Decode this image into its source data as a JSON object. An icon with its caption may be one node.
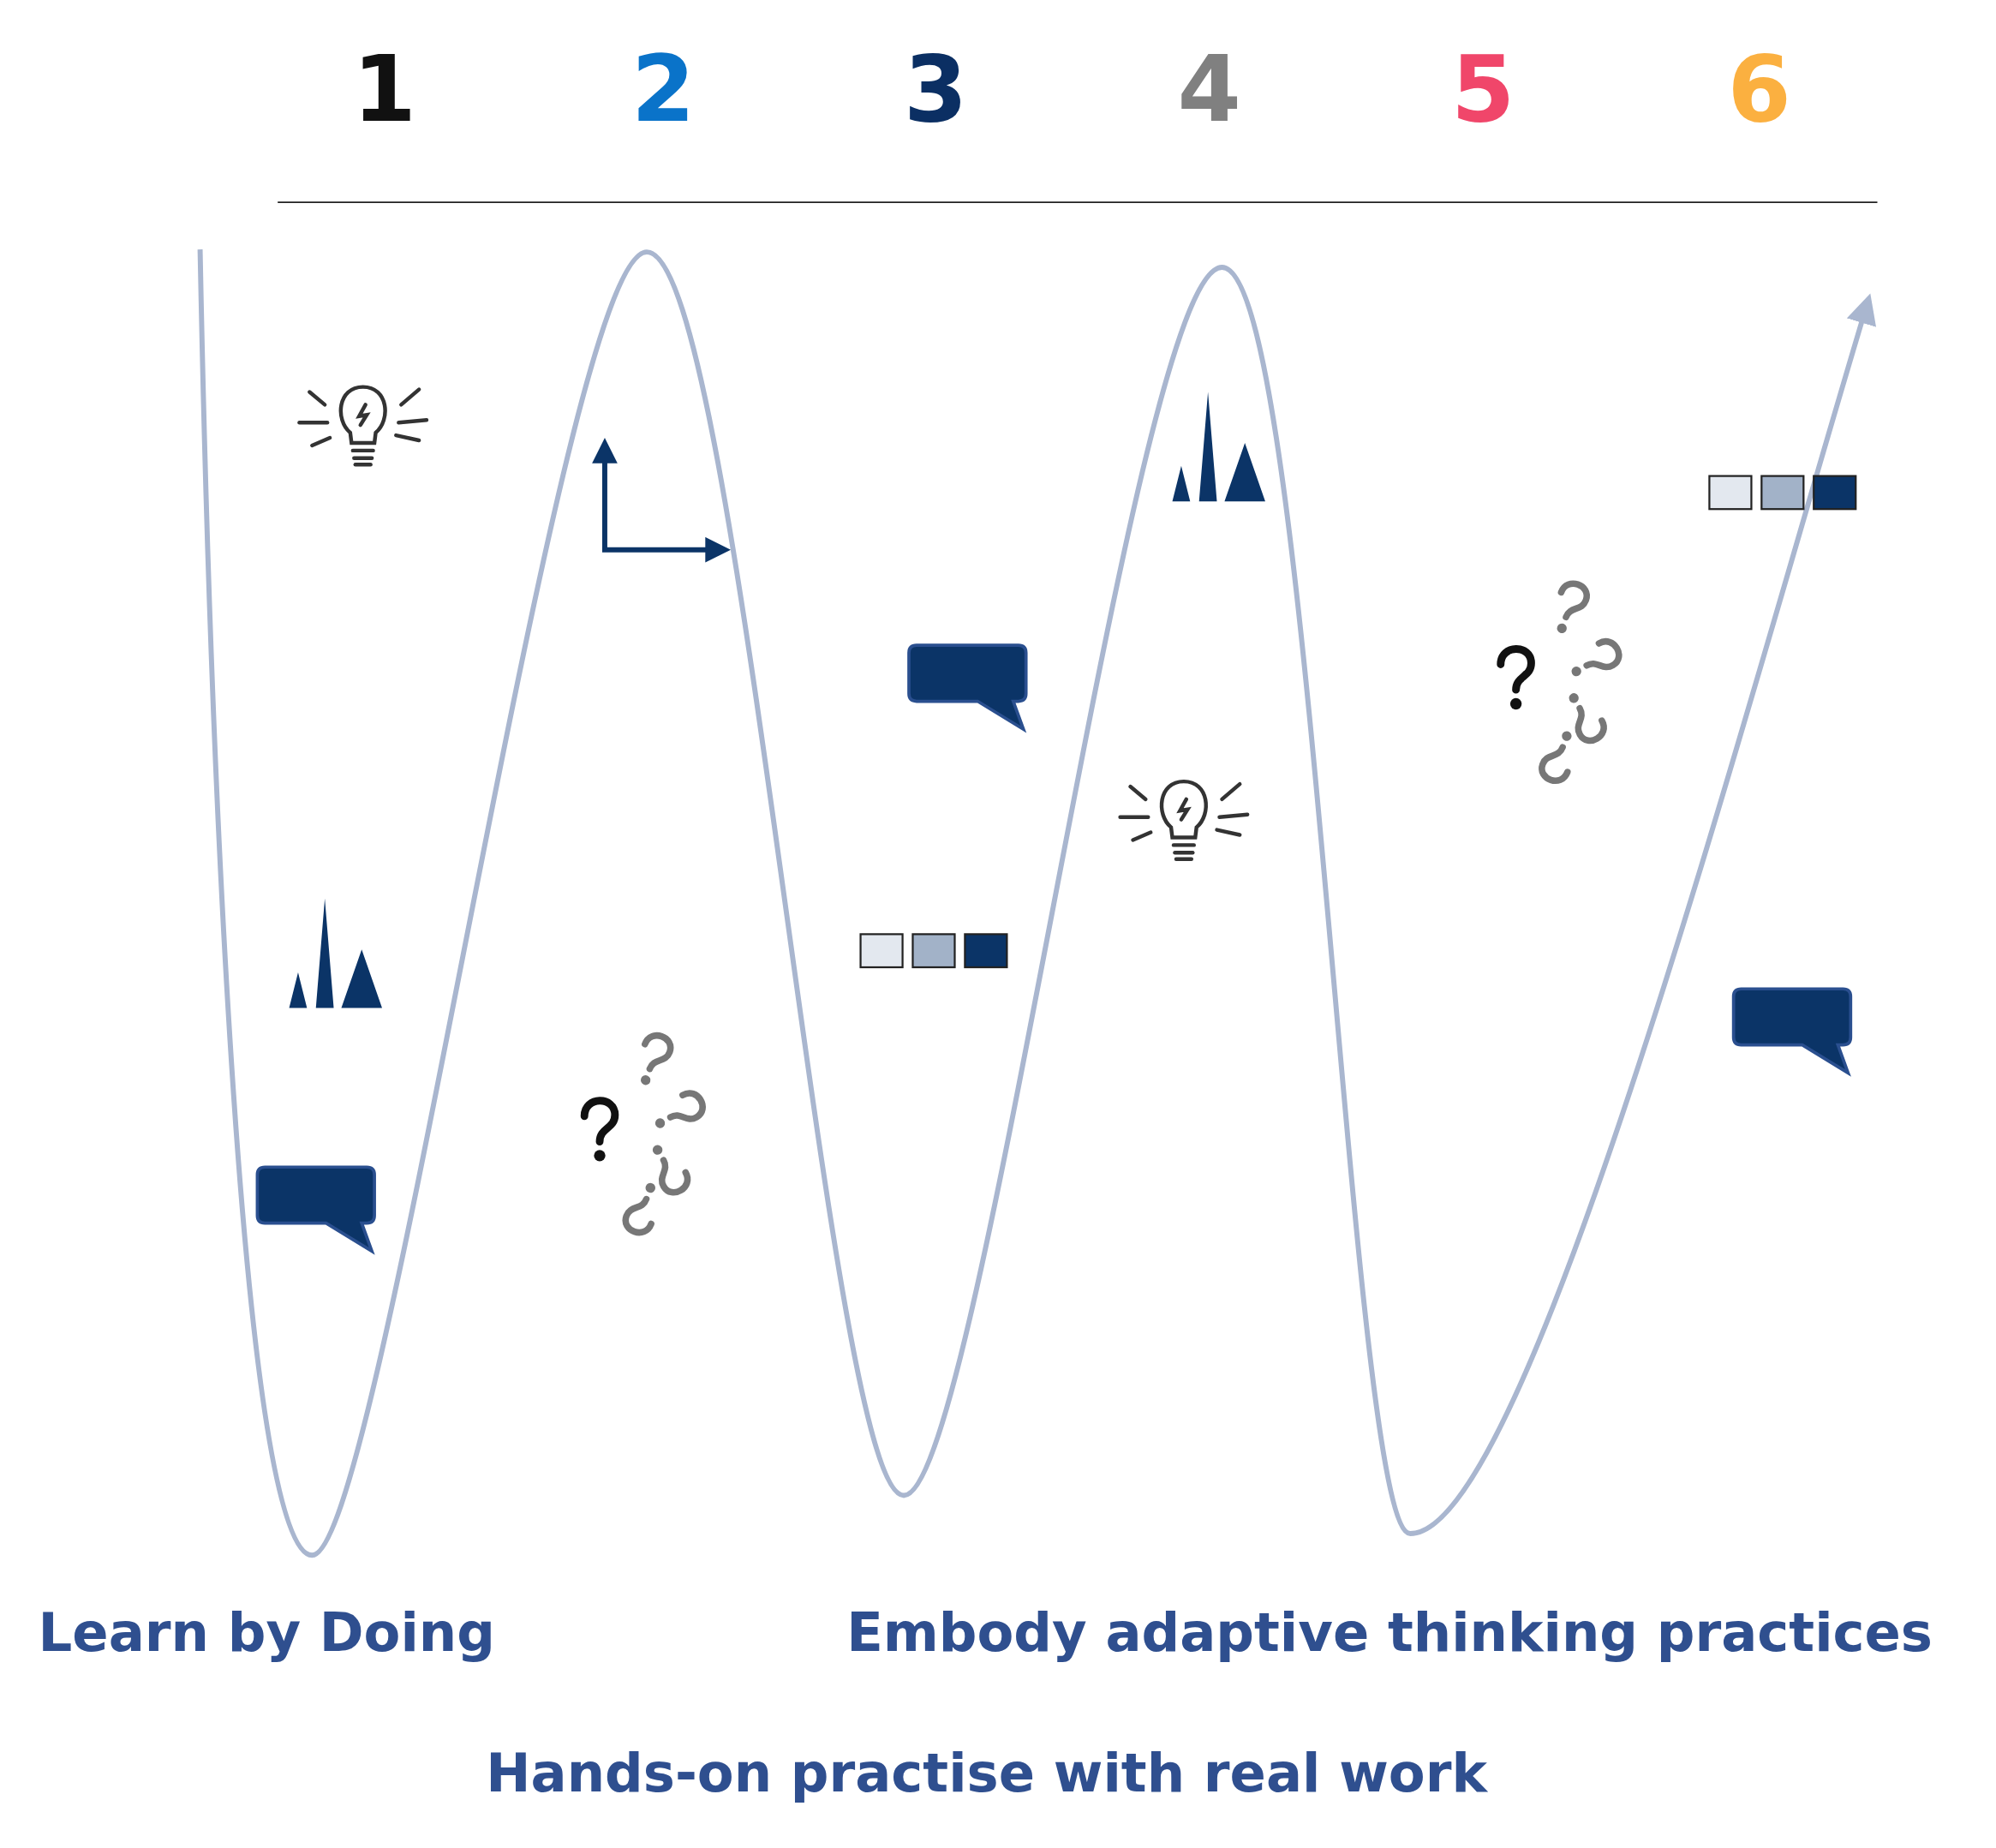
{
  "diagram": {
    "labels": [
      "1",
      "2",
      "3",
      "4",
      "5",
      "6",
      "Learn by Doing",
      "Embody adaptive thinking practices",
      "Hands-on practise with real work"
    ]
  }
}
